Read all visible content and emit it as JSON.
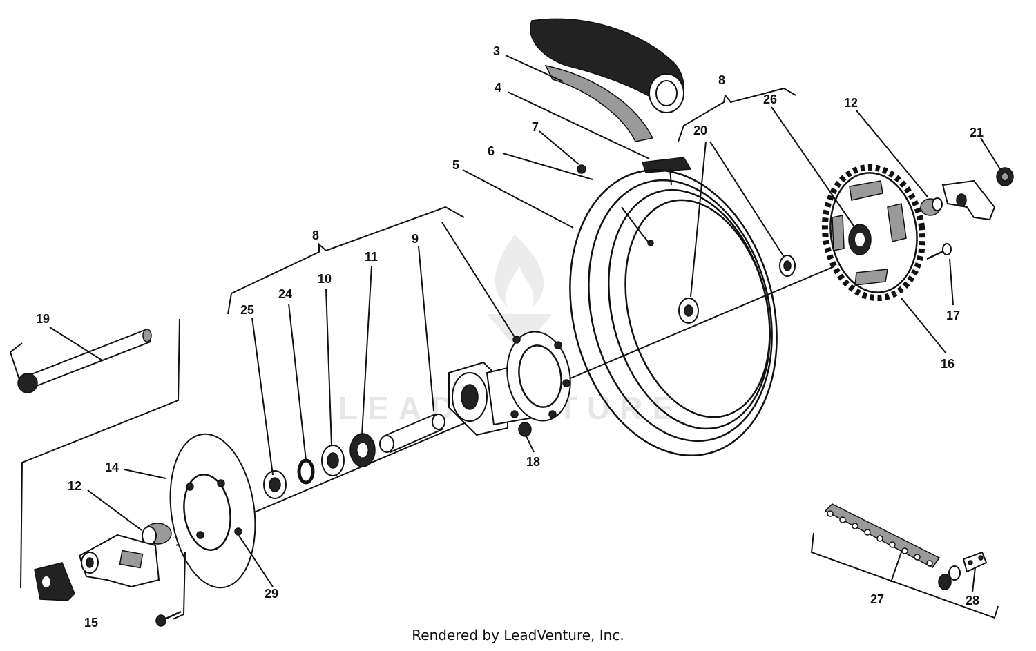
{
  "watermark": "LEADVENTURE",
  "footer": "Rendered by LeadVenture, Inc.",
  "labels": {
    "l3": "3",
    "l4": "4",
    "l6": "6",
    "l7": "7",
    "l5": "5",
    "l8a": "8",
    "l8b": "8",
    "l9": "9",
    "l10": "10",
    "l11": "11",
    "l12a": "12",
    "l12b": "12",
    "l14": "14",
    "l15": "15",
    "l16": "16",
    "l17": "17",
    "l18": "18",
    "l19": "19",
    "l20": "20",
    "l21": "21",
    "l24": "24",
    "l25": "25",
    "l26": "26",
    "l27": "27",
    "l28": "28",
    "l29": "29"
  }
}
